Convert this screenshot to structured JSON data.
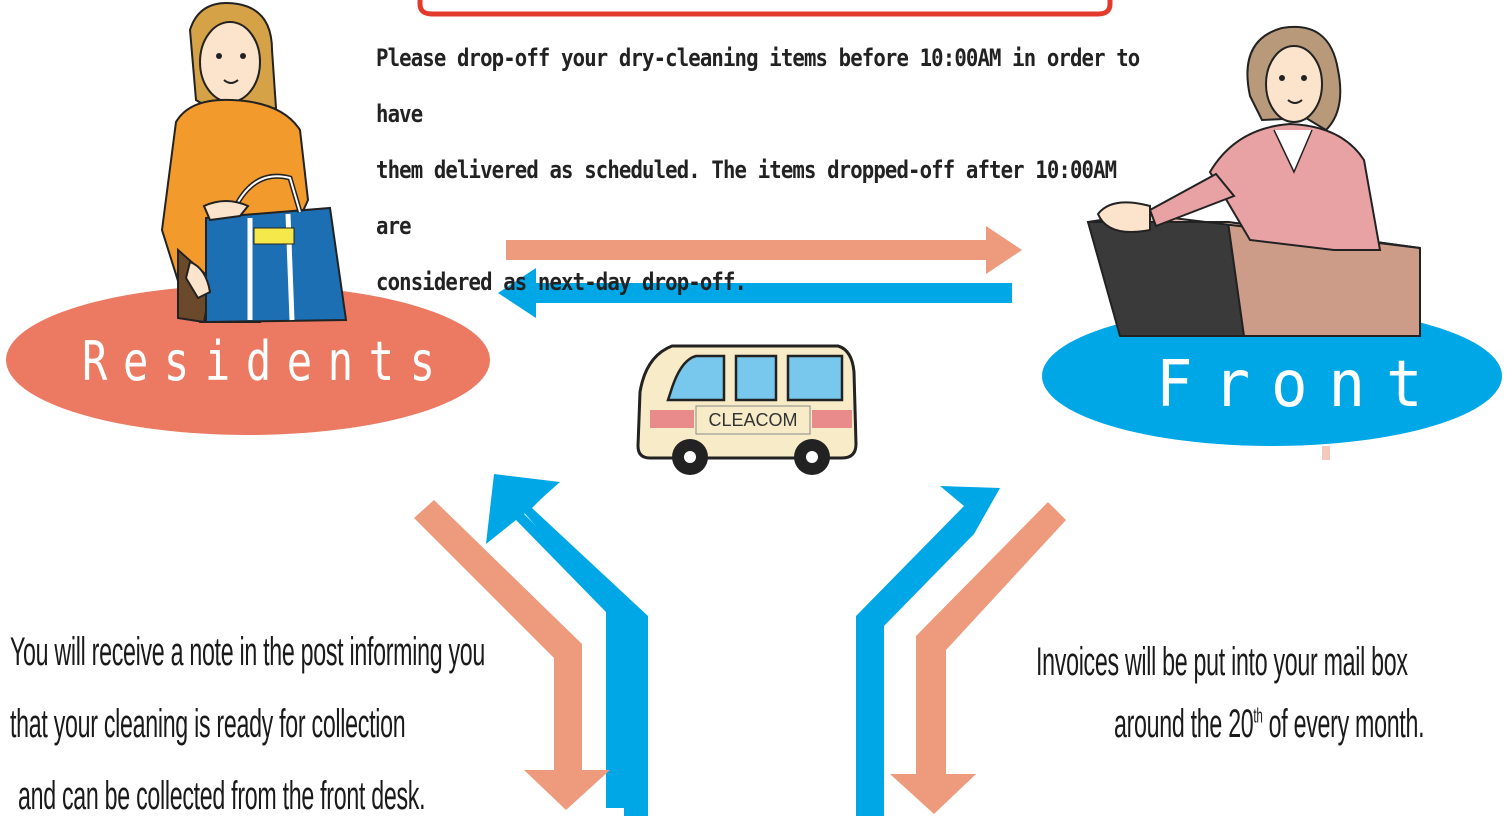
{
  "notice": {
    "line1": "Please drop-off your dry-cleaning items before 10:00AM in order to have",
    "line2": "them delivered as scheduled. The items dropped-off after 10:00AM are",
    "line3": "considered as next-day drop-off."
  },
  "nodes": {
    "residents": "Residents",
    "front": "Front"
  },
  "van": {
    "label": "CLEACOM"
  },
  "collection_note": {
    "line1": "You will receive a note in the post informing you",
    "line2": "that your cleaning is ready for collection",
    "line3": "and can be collected from the front desk."
  },
  "invoice_note": {
    "line1": "Invoices will be put into your mail box",
    "line2_pre": "around the 20",
    "line2_sup": "th",
    "line2_post": "of every month."
  },
  "colors": {
    "salmon_arrow": "#ee9a7c",
    "blue_arrow": "#00a7e6",
    "residents_ellipse": "#ec7a62",
    "front_ellipse": "#00a7e6",
    "frame_red": "#e23a2c"
  }
}
